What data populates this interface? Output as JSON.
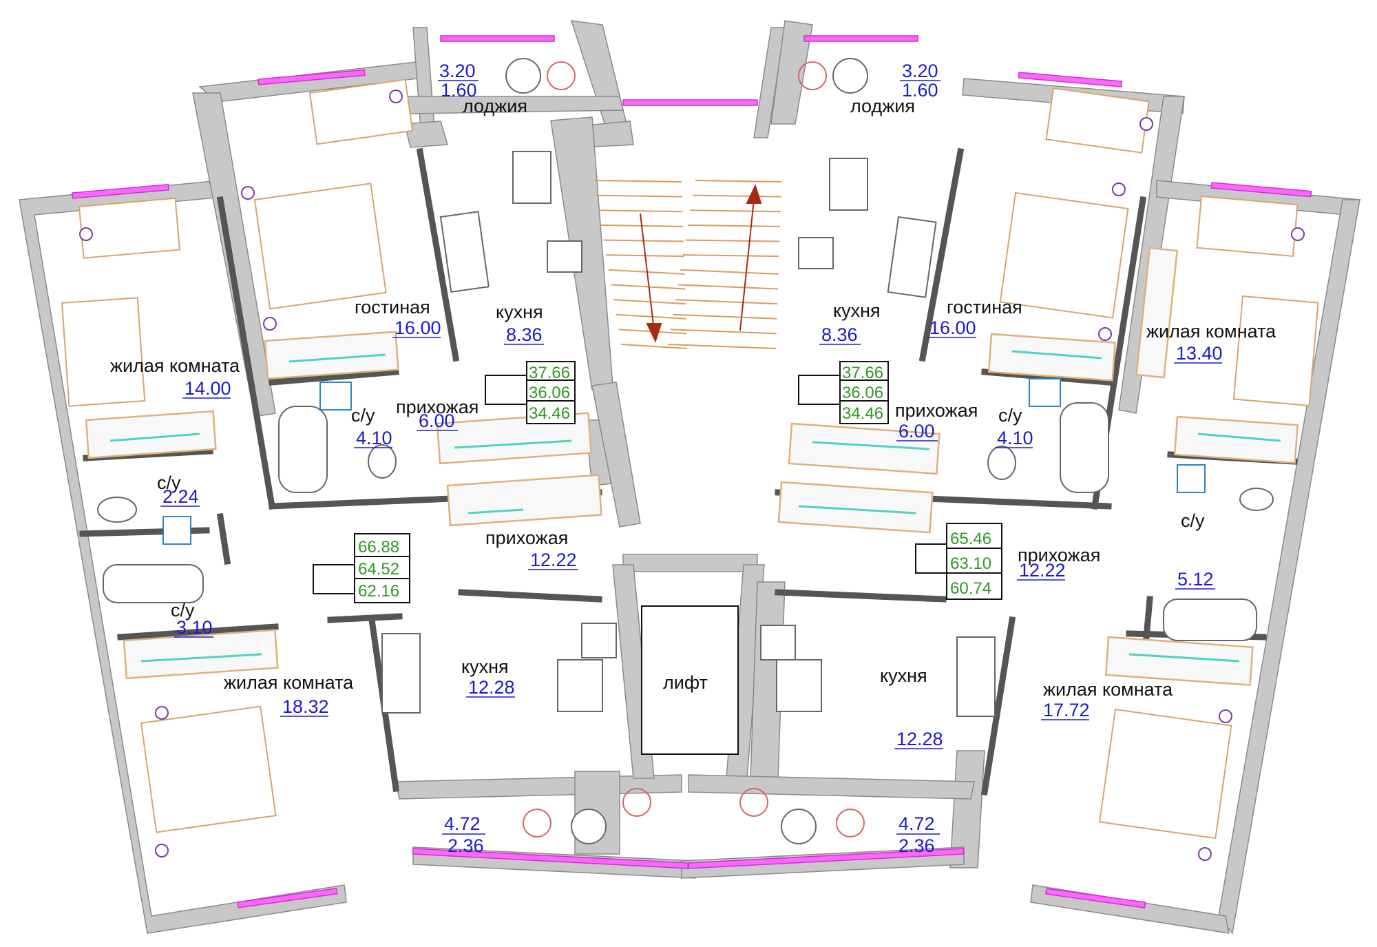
{
  "colors": {
    "wall": "#c8c8c8",
    "window": "#ff66ff",
    "area_text": "#1a1ad0",
    "total_text": "#2c9a1e",
    "cabinet_accent": "#4cd3c0",
    "stair_arrow": "#a52b10"
  },
  "rooms": [
    {
      "id": "loggia-tl",
      "name": "лоджия",
      "area": "3.20",
      "area2": "1.60"
    },
    {
      "id": "living-tl",
      "name": "гостиная",
      "area": "16.00"
    },
    {
      "id": "kitchen-tl",
      "name": "кухня",
      "area": "8.36"
    },
    {
      "id": "hall-tl",
      "name": "прихожая",
      "area": "6.00"
    },
    {
      "id": "bath-tl",
      "name": "с/у",
      "area": "4.10"
    },
    {
      "id": "bedroom-l",
      "name": "жилая комната",
      "area": "14.00"
    },
    {
      "id": "wc-l1",
      "name": "с/у",
      "area": "2.24"
    },
    {
      "id": "wc-l2",
      "name": "с/у",
      "area": "3.10"
    },
    {
      "id": "hall-bl",
      "name": "прихожая",
      "area": "12.22"
    },
    {
      "id": "kitchen-bl",
      "name": "кухня",
      "area": "12.28"
    },
    {
      "id": "bedroom-bl",
      "name": "жилая комната",
      "area": "18.32"
    },
    {
      "id": "balcony-bl",
      "name": "",
      "area": "4.72",
      "area2": "2.36"
    },
    {
      "id": "lift",
      "name": "лифт",
      "area": ""
    },
    {
      "id": "loggia-tr",
      "name": "лоджия",
      "area": "3.20",
      "area2": "1.60"
    },
    {
      "id": "kitchen-tr",
      "name": "кухня",
      "area": "8.36"
    },
    {
      "id": "living-tr",
      "name": "гостиная",
      "area": "16.00"
    },
    {
      "id": "bedroom-r",
      "name": "жилая комната",
      "area": "13.40"
    },
    {
      "id": "hall-tr",
      "name": "прихожая",
      "area": "6.00"
    },
    {
      "id": "bath-tr",
      "name": "с/у",
      "area": "4.10"
    },
    {
      "id": "wc-r",
      "name": "с/у",
      "area": ""
    },
    {
      "id": "bath-r",
      "name": "",
      "area": "5.12"
    },
    {
      "id": "hall-br",
      "name": "прихожая",
      "area": "12.22"
    },
    {
      "id": "kitchen-br",
      "name": "кухня",
      "area": "12.28"
    },
    {
      "id": "bedroom-br",
      "name": "жилая комната",
      "area": "17.72"
    },
    {
      "id": "balcony-br",
      "name": "",
      "area": "4.72",
      "area2": "2.36"
    }
  ],
  "totals": [
    {
      "id": "apt-tl",
      "values": [
        "37.66",
        "36.06",
        "34.46"
      ]
    },
    {
      "id": "apt-tr",
      "values": [
        "37.66",
        "36.06",
        "34.46"
      ]
    },
    {
      "id": "apt-bl",
      "values": [
        "66.88",
        "64.52",
        "62.16"
      ]
    },
    {
      "id": "apt-br",
      "values": [
        "65.46",
        "63.10",
        "60.74"
      ]
    }
  ]
}
